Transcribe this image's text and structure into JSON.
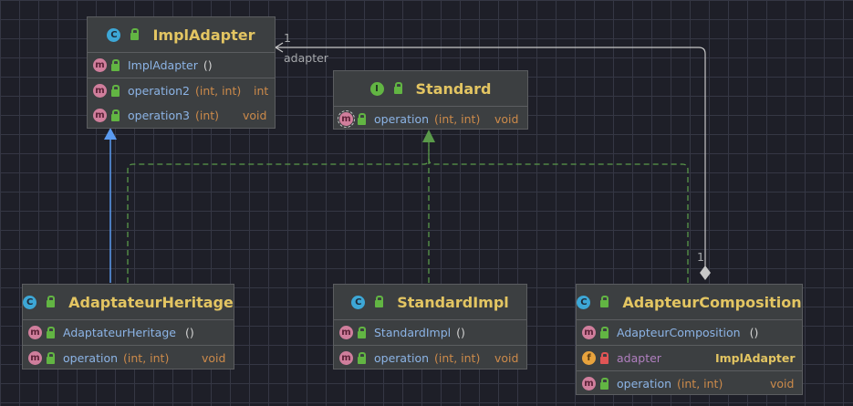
{
  "classes": {
    "impl_adapter": {
      "kind": "C",
      "name": "ImplAdapter",
      "members": [
        {
          "kind": "m",
          "name": "ImplAdapter",
          "params": "()",
          "type": ""
        },
        {
          "kind": "m",
          "name": "operation2",
          "params": "(int, int)",
          "type": "int"
        },
        {
          "kind": "m",
          "name": "operation3",
          "params": "(int)",
          "type": "void"
        }
      ]
    },
    "standard": {
      "kind": "I",
      "name": "Standard",
      "members": [
        {
          "kind": "m",
          "name": "operation",
          "params": "(int, int)",
          "type": "void"
        }
      ]
    },
    "adaptateur_heritage": {
      "kind": "C",
      "name": "AdaptateurHeritage",
      "members": [
        {
          "kind": "m",
          "name": "AdaptateurHeritage",
          "params": "()",
          "type": ""
        },
        {
          "kind": "m",
          "name": "operation",
          "params": "(int, int)",
          "type": "void"
        }
      ]
    },
    "standard_impl": {
      "kind": "C",
      "name": "StandardImpl",
      "members": [
        {
          "kind": "m",
          "name": "StandardImpl",
          "params": "()",
          "type": ""
        },
        {
          "kind": "m",
          "name": "operation",
          "params": "(int, int)",
          "type": "void"
        }
      ]
    },
    "adapteur_composition": {
      "kind": "C",
      "name": "AdapteurComposition",
      "members": [
        {
          "kind": "m",
          "name": "AdapteurComposition",
          "params": "()",
          "type": ""
        },
        {
          "kind": "f",
          "name": "adapter",
          "params": "",
          "type": "ImplAdapter"
        },
        {
          "kind": "m",
          "name": "operation",
          "params": "(int, int)",
          "type": "void"
        }
      ]
    }
  },
  "association": {
    "role": "adapter",
    "multiplicity_target": "1",
    "multiplicity_source": "1"
  },
  "colors": {
    "background": "#1e1f28",
    "class_fill": "#3c3f41",
    "class_name": "#e3c562",
    "inheritance_arrow": "#5b9bf0",
    "realization_arrow": "#5a9a4a",
    "association_line": "#c8c8c8"
  }
}
